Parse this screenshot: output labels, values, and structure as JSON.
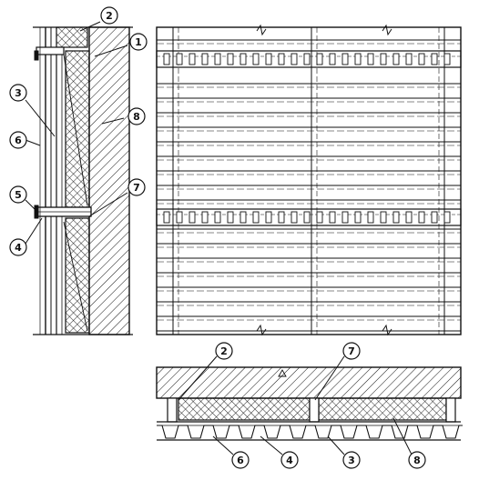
{
  "callouts": {
    "section": [
      "2",
      "1",
      "3",
      "8",
      "6",
      "7",
      "5",
      "4"
    ],
    "plan": [
      "2",
      "7",
      "6",
      "4",
      "3",
      "8"
    ]
  },
  "colors": {
    "ink": "#111111",
    "background": "#ffffff"
  }
}
